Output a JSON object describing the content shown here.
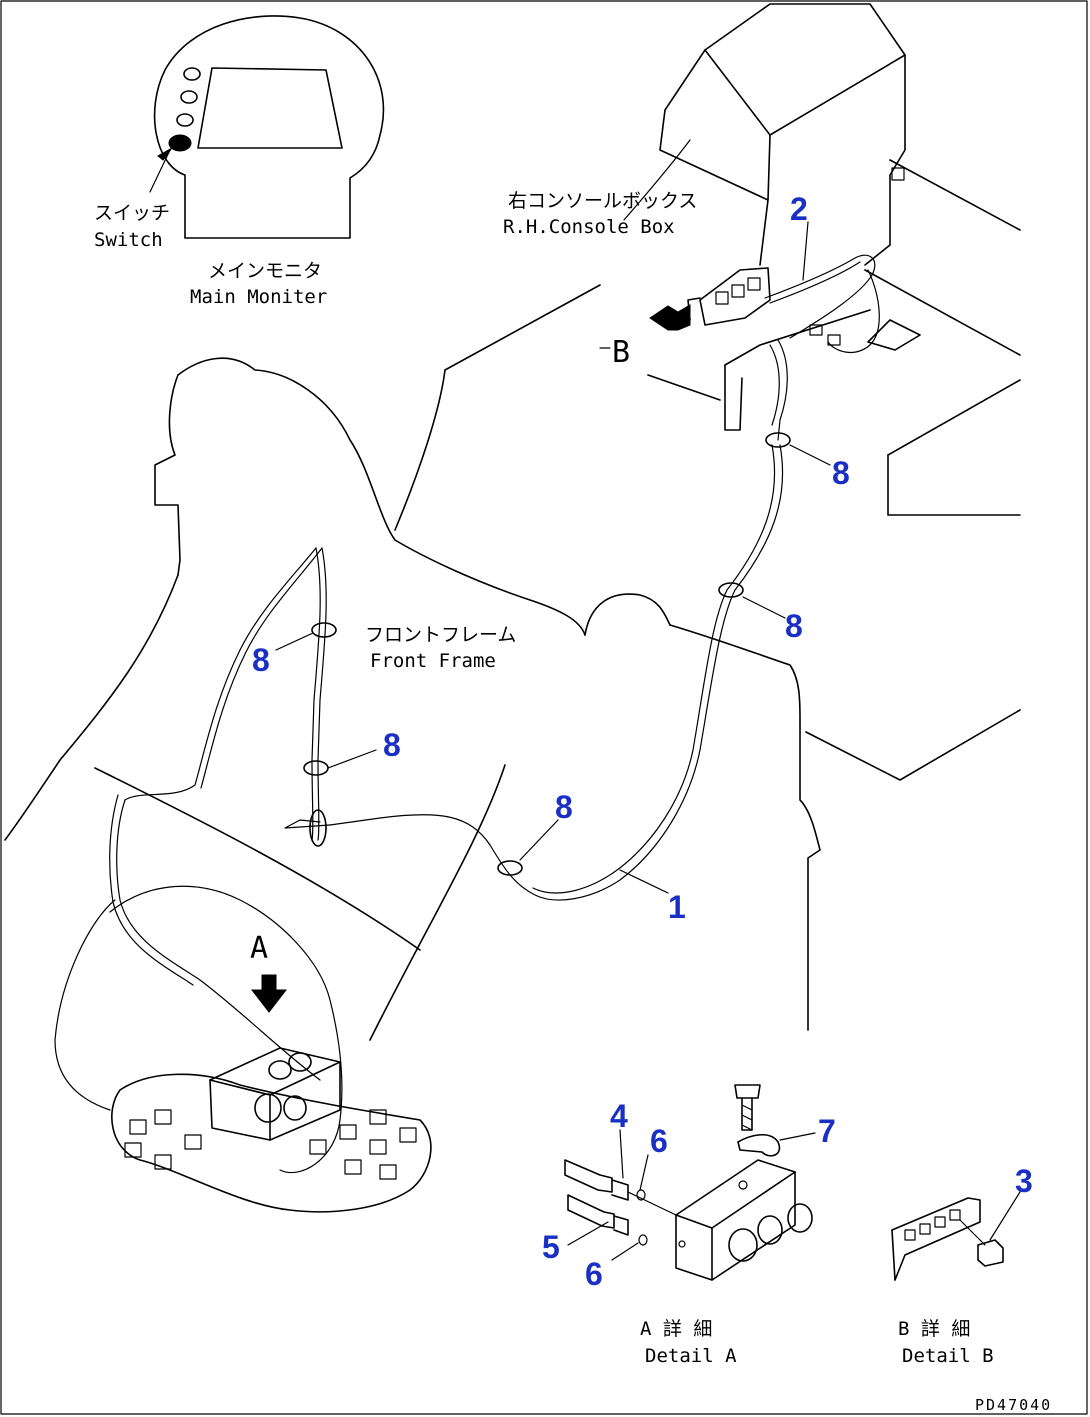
{
  "labels": {
    "main_monitor_jp": "メインモニタ",
    "main_monitor_en": "Main Moniter",
    "switch_jp": "スイッチ",
    "switch_en": "Switch",
    "console_jp": "右コンソールボックス",
    "console_en": "R.H.Console Box",
    "front_frame_jp": "フロントフレーム",
    "front_frame_en": "Front Frame",
    "view_a": "A",
    "view_b": "B",
    "detail_a_jp": "A 詳 細",
    "detail_a_en": "Detail A",
    "detail_b_jp": "B 詳 細",
    "detail_b_en": "Detail B",
    "drawing_code": "PD47040"
  },
  "callouts": {
    "c1": "1",
    "c2": "2",
    "c3": "3",
    "c4": "4",
    "c5": "5",
    "c6": "6",
    "c7": "7",
    "c8": "8"
  },
  "colors": {
    "callout": "#1a2fc4",
    "line": "#000000"
  }
}
